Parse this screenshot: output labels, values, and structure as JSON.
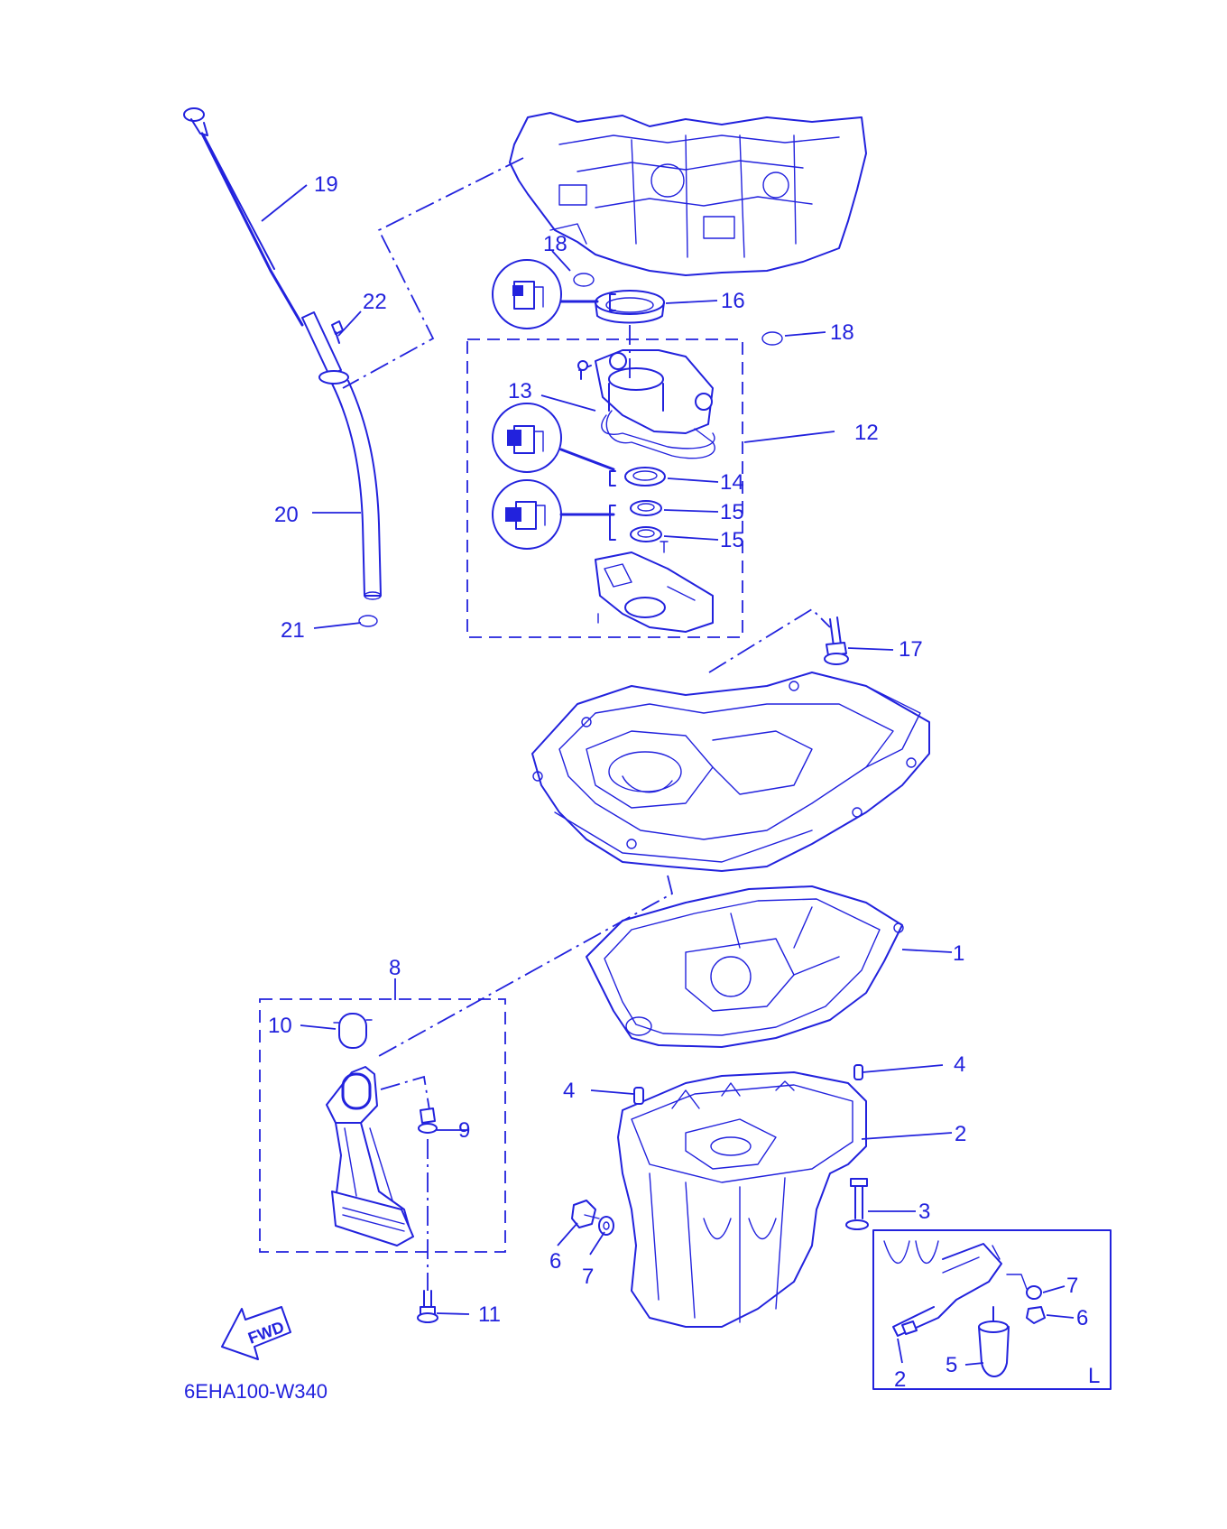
{
  "colors": {
    "line": "#2222dd",
    "background": "#ffffff"
  },
  "callouts": {
    "c1": "1",
    "c2": "2",
    "c3": "3",
    "c4a": "4",
    "c4b": "4",
    "c5": "5",
    "c6a": "6",
    "c6b": "6",
    "c7a": "7",
    "c7b": "7",
    "c8": "8",
    "c9": "9",
    "c10": "10",
    "c11": "11",
    "c12": "12",
    "c13": "13",
    "c14": "14",
    "c15a": "15",
    "c15b": "15",
    "c16": "16",
    "c17": "17",
    "c18a": "18",
    "c18b": "18",
    "c19": "19",
    "c20": "20",
    "c21": "21",
    "c22": "22",
    "c2inset": "2"
  },
  "inset_label": "L",
  "fwd_label": "FWD",
  "diagram_code": "6EHA100-W340",
  "icons": [
    "sealant-detail-icon",
    "fwd-arrow-icon"
  ]
}
